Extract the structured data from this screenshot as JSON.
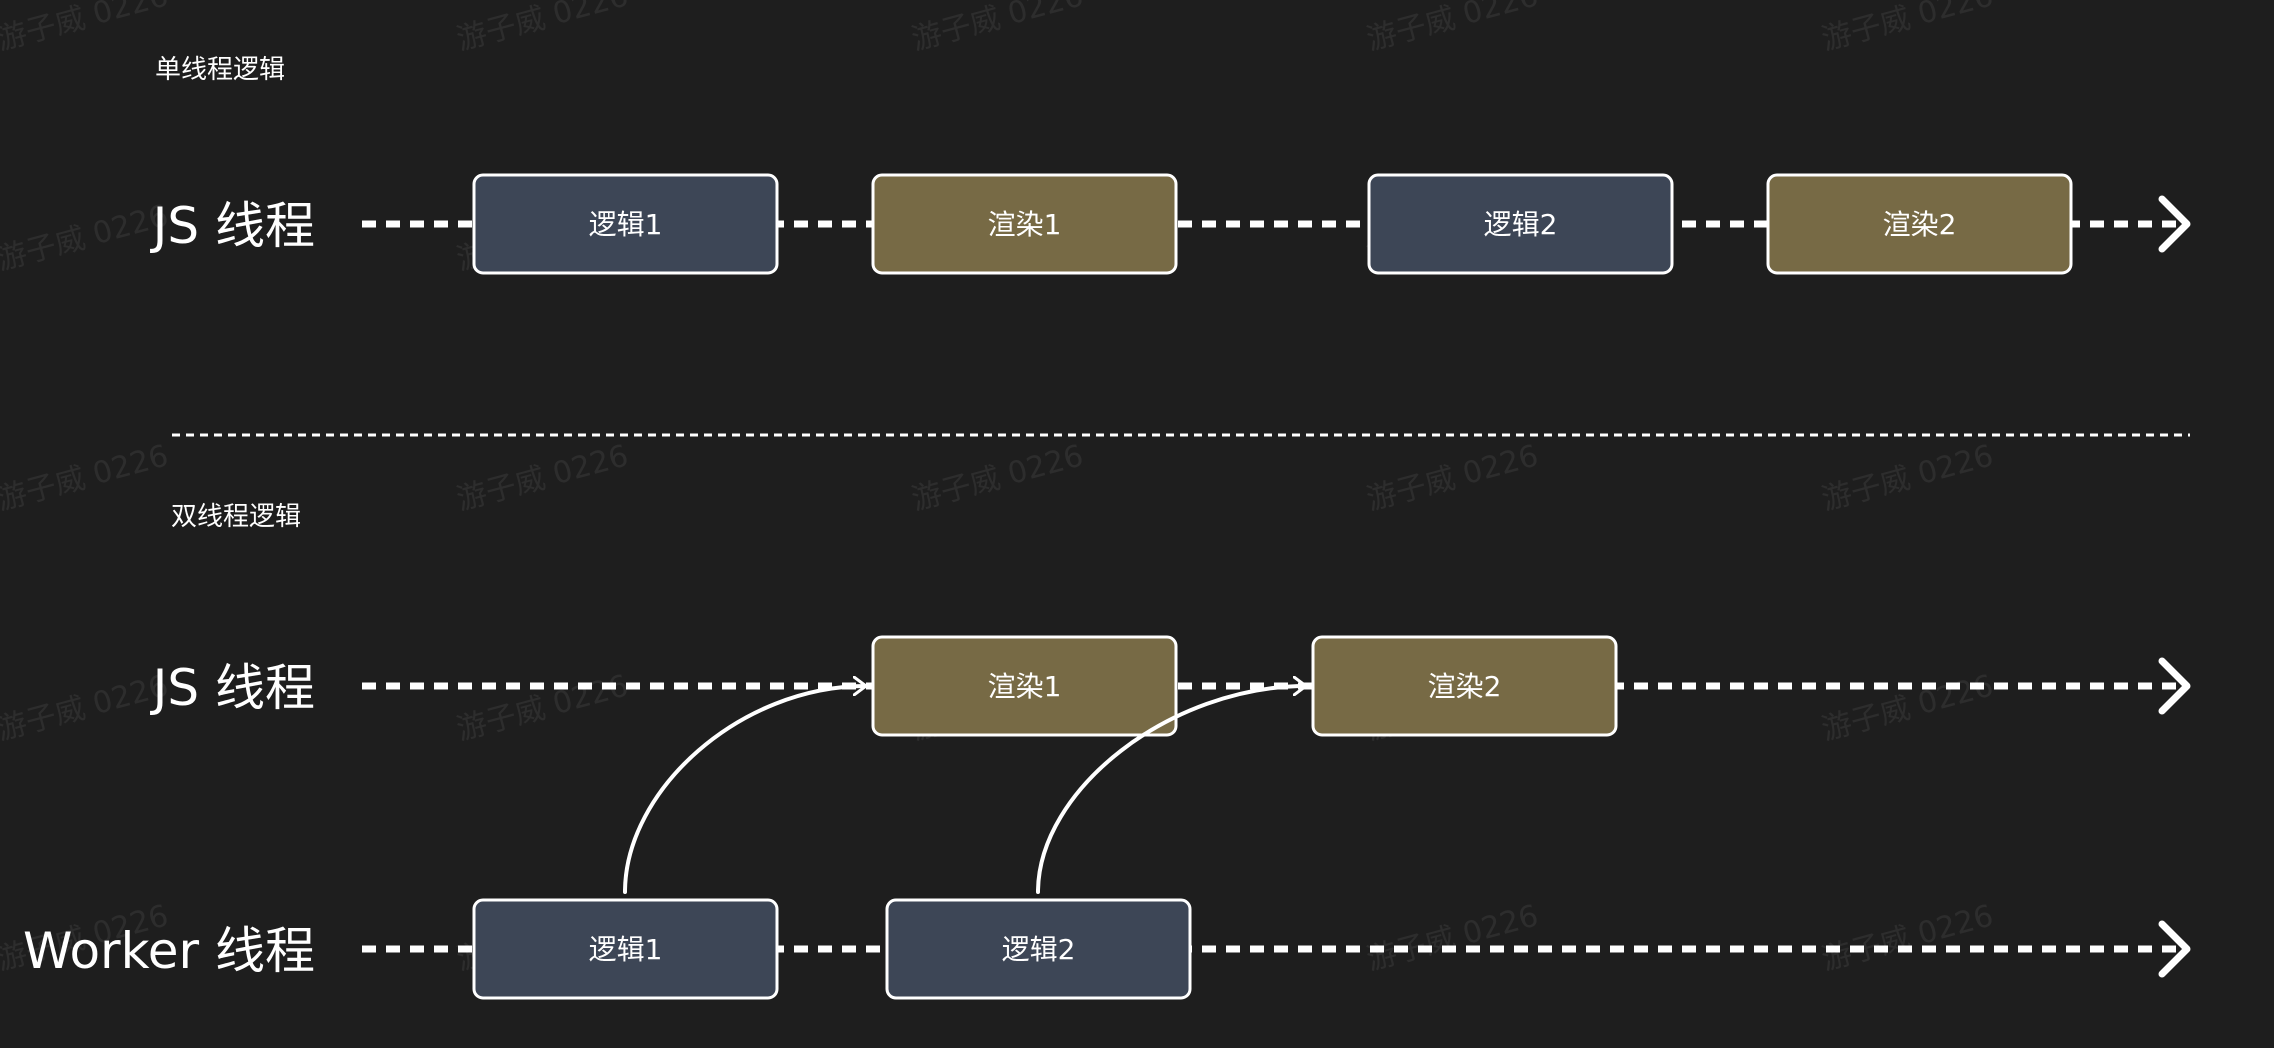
{
  "colors": {
    "background": "#1e1e1e",
    "logic_box": "#3d4656",
    "render_box": "#776a45",
    "line": "#ffffff"
  },
  "watermark": "游子威 0226",
  "single_thread": {
    "title": "单线程逻辑",
    "js_thread": {
      "label": "JS 线程",
      "boxes": [
        {
          "label": "逻辑1",
          "kind": "logic"
        },
        {
          "label": "渲染1",
          "kind": "render"
        },
        {
          "label": "逻辑2",
          "kind": "logic"
        },
        {
          "label": "渲染2",
          "kind": "render"
        }
      ]
    }
  },
  "dual_thread": {
    "title": "双线程逻辑",
    "js_thread": {
      "label": "JS 线程",
      "boxes": [
        {
          "label": "渲染1",
          "kind": "render"
        },
        {
          "label": "渲染2",
          "kind": "render"
        }
      ]
    },
    "worker_thread": {
      "label": "Worker 线程",
      "boxes": [
        {
          "label": "逻辑1",
          "kind": "logic"
        },
        {
          "label": "逻辑2",
          "kind": "logic"
        }
      ]
    }
  }
}
